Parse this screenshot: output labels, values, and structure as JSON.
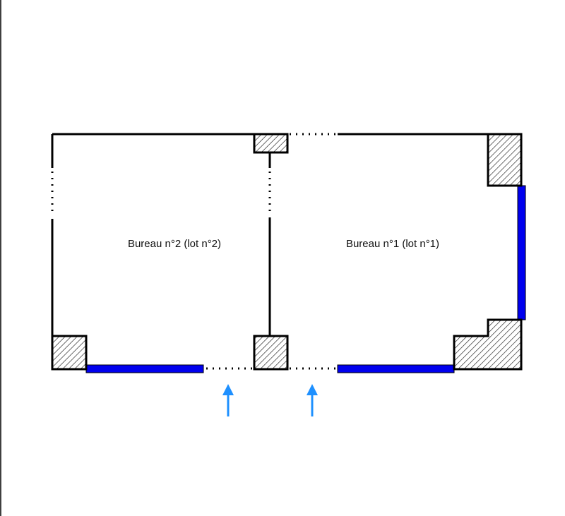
{
  "rooms": [
    {
      "label": "Bureau n°2 (lot n°2)"
    },
    {
      "label": "Bureau n°1 (lot n°1)"
    }
  ],
  "colors": {
    "wall": "#000000",
    "window": "#0000ee",
    "entrance_arrow": "#1e90ff",
    "hatch": "#000000",
    "background": "#ffffff"
  },
  "icons": {
    "entrance": "arrow-up-icon",
    "pillar": "hatched-square"
  }
}
